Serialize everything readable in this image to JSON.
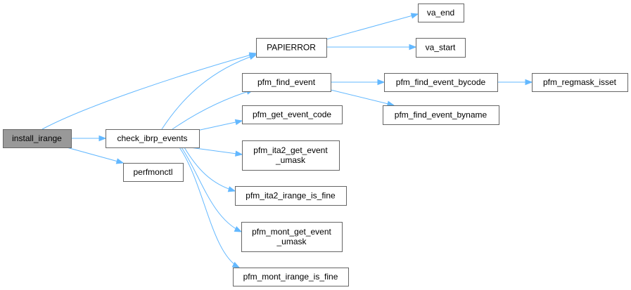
{
  "colors": {
    "edge": "#63b8ff",
    "node_border": "#666666",
    "node_fill": "#ffffff",
    "root_fill": "#999999"
  },
  "nodes": {
    "install_irange": {
      "lines": [
        "install_irange"
      ]
    },
    "check_ibrp_events": {
      "lines": [
        "check_ibrp_events"
      ]
    },
    "perfmonctl": {
      "lines": [
        "perfmonctl"
      ]
    },
    "PAPIERROR": {
      "lines": [
        "PAPIERROR"
      ]
    },
    "pfm_find_event": {
      "lines": [
        "pfm_find_event"
      ]
    },
    "pfm_get_event_code": {
      "lines": [
        "pfm_get_event_code"
      ]
    },
    "pfm_ita2_get_event_umask": {
      "lines": [
        "pfm_ita2_get_event",
        "_umask"
      ]
    },
    "pfm_ita2_irange_is_fine": {
      "lines": [
        "pfm_ita2_irange_is_fine"
      ]
    },
    "pfm_mont_get_event_umask": {
      "lines": [
        "pfm_mont_get_event",
        "_umask"
      ]
    },
    "pfm_mont_irange_is_fine": {
      "lines": [
        "pfm_mont_irange_is_fine"
      ]
    },
    "va_end": {
      "lines": [
        "va_end"
      ]
    },
    "va_start": {
      "lines": [
        "va_start"
      ]
    },
    "pfm_find_event_bycode": {
      "lines": [
        "pfm_find_event_bycode"
      ]
    },
    "pfm_find_event_byname": {
      "lines": [
        "pfm_find_event_byname"
      ]
    },
    "pfm_regmask_isset": {
      "lines": [
        "pfm_regmask_isset"
      ]
    }
  },
  "edges": [
    [
      "install_irange",
      "PAPIERROR"
    ],
    [
      "install_irange",
      "check_ibrp_events"
    ],
    [
      "install_irange",
      "perfmonctl"
    ],
    [
      "check_ibrp_events",
      "PAPIERROR"
    ],
    [
      "check_ibrp_events",
      "pfm_find_event"
    ],
    [
      "check_ibrp_events",
      "pfm_get_event_code"
    ],
    [
      "check_ibrp_events",
      "pfm_ita2_get_event_umask"
    ],
    [
      "check_ibrp_events",
      "pfm_ita2_irange_is_fine"
    ],
    [
      "check_ibrp_events",
      "pfm_mont_get_event_umask"
    ],
    [
      "check_ibrp_events",
      "pfm_mont_irange_is_fine"
    ],
    [
      "PAPIERROR",
      "va_end"
    ],
    [
      "PAPIERROR",
      "va_start"
    ],
    [
      "pfm_find_event",
      "pfm_find_event_bycode"
    ],
    [
      "pfm_find_event",
      "pfm_find_event_byname"
    ],
    [
      "pfm_find_event_bycode",
      "pfm_regmask_isset"
    ]
  ]
}
